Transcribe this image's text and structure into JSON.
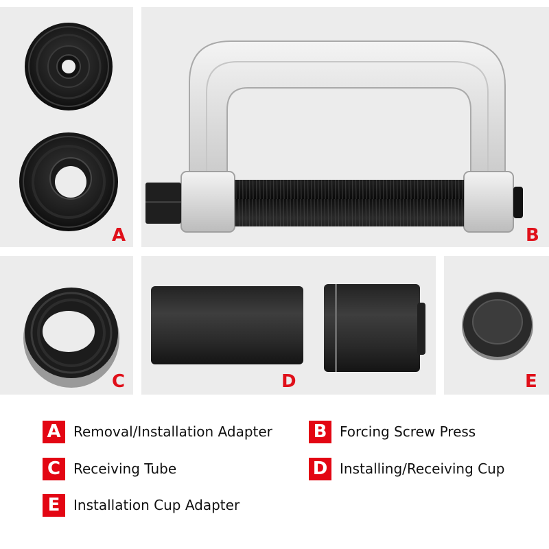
{
  "panels": [
    {
      "id": "A",
      "letter": "A",
      "part": "Removal/Installation Adapter"
    },
    {
      "id": "B",
      "letter": "B",
      "part": "Forcing Screw Press"
    },
    {
      "id": "C",
      "letter": "C",
      "part": "Receiving Tube"
    },
    {
      "id": "D",
      "letter": "D",
      "part": "Installing/Receiving Cup"
    },
    {
      "id": "E",
      "letter": "E",
      "part": "Installation Cup Adapter"
    }
  ],
  "legend": [
    {
      "letter": "A",
      "label": "Removal/Installation Adapter"
    },
    {
      "letter": "B",
      "label": "Forcing Screw Press"
    },
    {
      "letter": "C",
      "label": "Receiving Tube"
    },
    {
      "letter": "D",
      "label": "Installing/Receiving Cup"
    },
    {
      "letter": "E",
      "label": "Installation Cup Adapter"
    }
  ],
  "colors": {
    "accent_red": "#e30613",
    "panel_bg": "#ececec",
    "text": "#111111"
  }
}
